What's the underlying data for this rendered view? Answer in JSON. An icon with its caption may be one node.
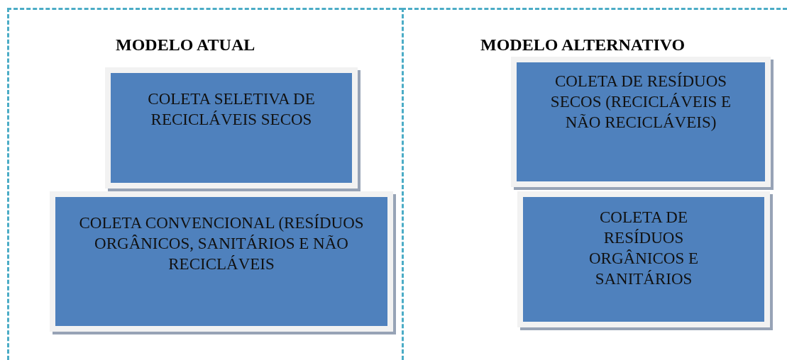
{
  "diagram": {
    "nodes": [
      {
        "text": [
          "MODELO ATUAL"
        ]
      },
      {
        "text": [
          "COLETA SELETIVA DE RECICLÁVEIS SECOS"
        ],
        "in": 0
      },
      {
        "text": [
          "COLETA CONVENCIONAL (RESÍDUOS ORGÂNICOS, SANITÁRIOS E NÃO RECICLÁVEIS"
        ],
        "in": 0
      },
      {
        "text": [
          "MODELO ALTERNATIVO"
        ]
      },
      {
        "text": [
          "COLETA DE RESÍDUOS SECOS (RECICLÁVEIS E NÃO RECICLÁVEIS)"
        ],
        "in": 3
      },
      {
        "text": [
          "COLETA DE RESÍDUOS ORGÂNICOS E SANITÁRIOS"
        ],
        "in": 3
      }
    ]
  }
}
